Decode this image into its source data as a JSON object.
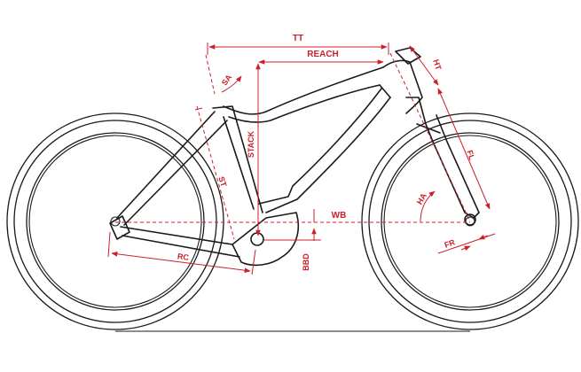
{
  "labels": {
    "tt": "TT",
    "reach": "REACH",
    "ht": "HT",
    "sa": "SA",
    "stack": "STACK",
    "st": "ST",
    "fl": "FL",
    "ha": "HA",
    "wb": "WB",
    "rc": "RC",
    "bbd": "BBD",
    "fr": "FR"
  },
  "colors": {
    "dimension": "#cc1f2a",
    "frame": "#1a1a1a",
    "background": "#ffffff"
  }
}
